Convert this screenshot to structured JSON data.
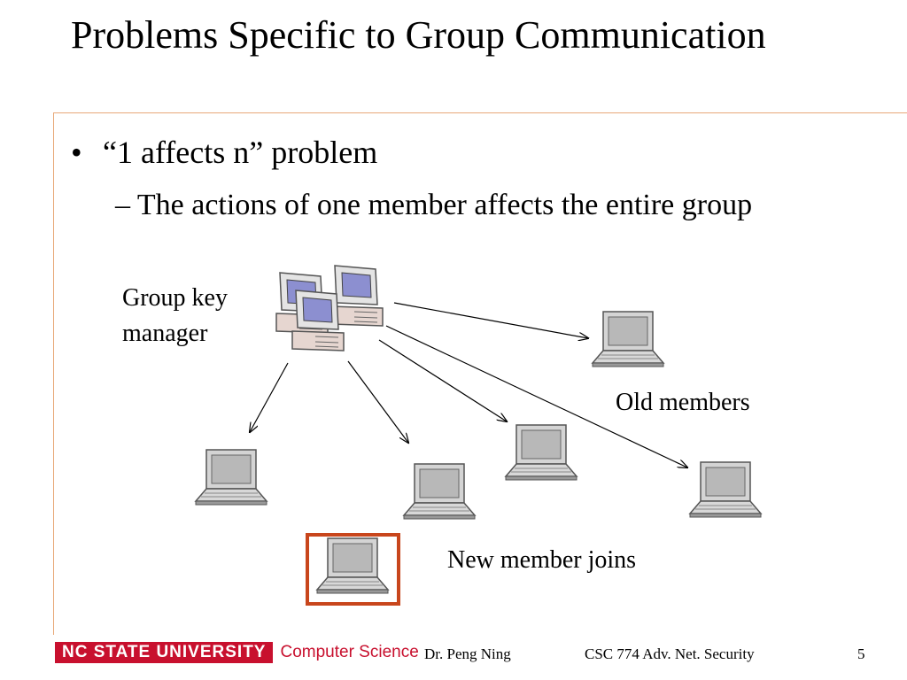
{
  "slide": {
    "title": "Problems Specific to Group Communication",
    "bullet_marker": "•",
    "bullet": "“1 affects n” problem",
    "sub_bullet": "– The actions of one member affects the entire group"
  },
  "diagram": {
    "manager_label_line1": "Group key",
    "manager_label_line2": "manager",
    "old_members_label": "Old members",
    "new_member_label": "New member joins",
    "highlight_color": "#c8461c"
  },
  "footer": {
    "logo_text": "NC STATE UNIVERSITY",
    "department": "Computer Science",
    "author": "Dr. Peng Ning",
    "course": "CSC 774 Adv. Net. Security",
    "page_number": "5"
  }
}
